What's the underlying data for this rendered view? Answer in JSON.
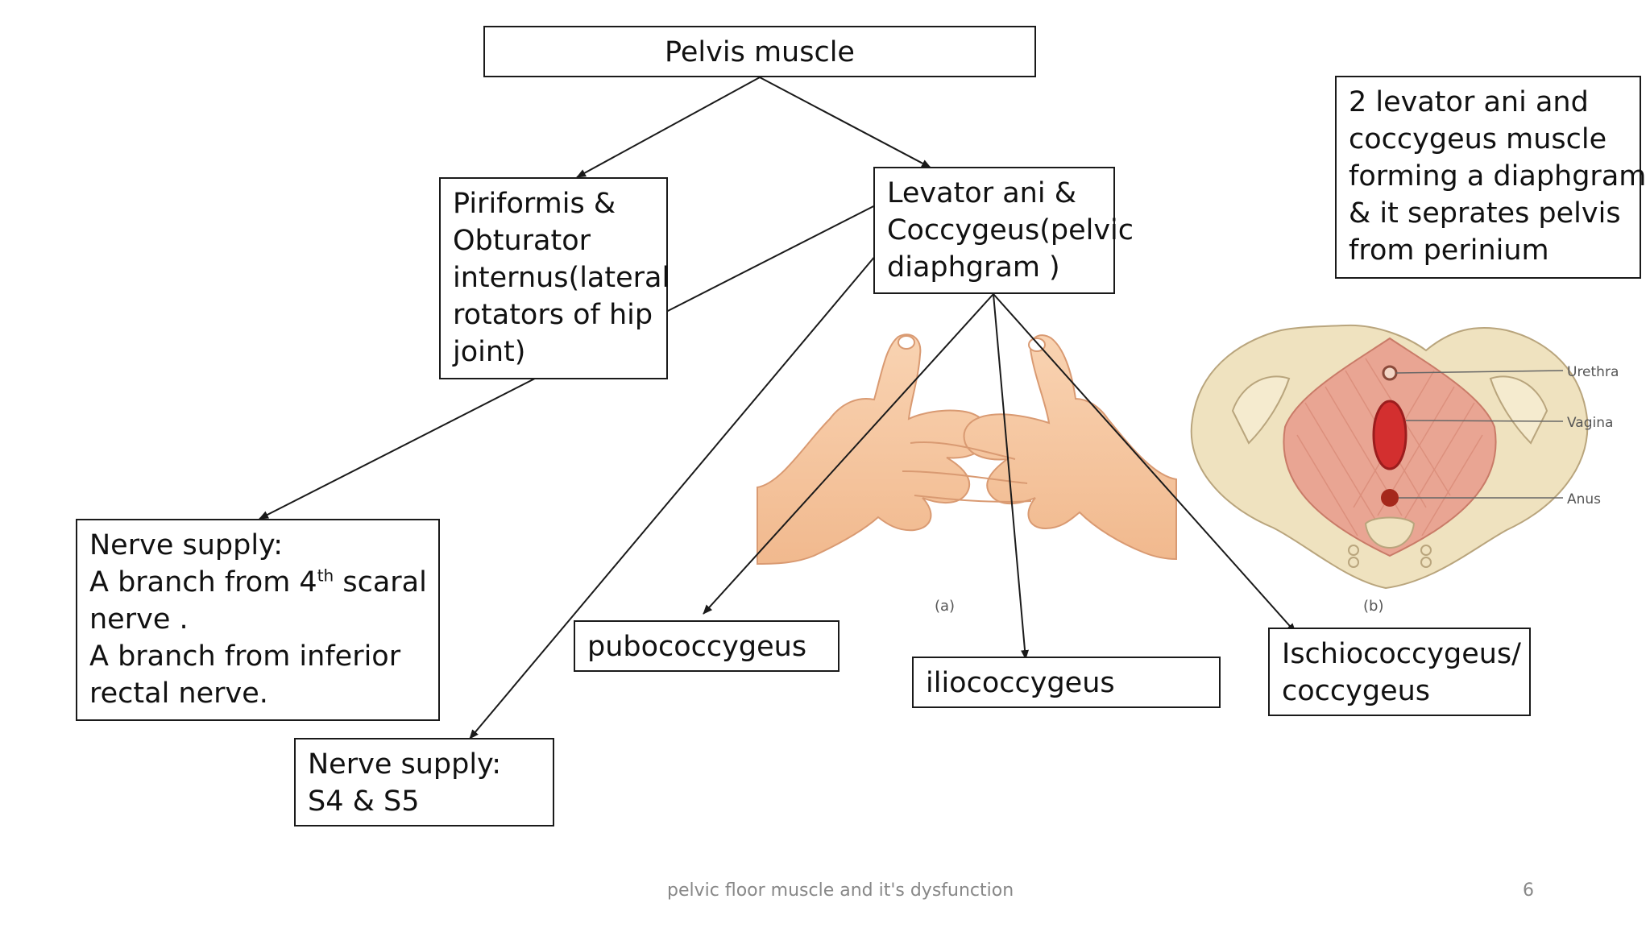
{
  "title": "Pelvis muscle",
  "piriformis_box": {
    "lines": [
      "Piriformis &",
      "Obturator",
      "internus(lateral",
      "rotators of hip",
      "joint)"
    ]
  },
  "levator_box": {
    "lines": [
      "Levator ani &",
      "Coccygeus(pelvic",
      "diaphgram )"
    ]
  },
  "note_box": {
    "lines": [
      "2 levator ani and",
      "coccygeus muscle",
      "forming a diaphgram",
      "& it seprates pelvis",
      "from perinium"
    ]
  },
  "nerve_box_1": {
    "heading": "Nerve supply:",
    "line2_pre": "A branch from 4",
    "line2_sup": "th",
    "line2_post": " scaral",
    "line3": "nerve .",
    "line4": "A branch from inferior",
    "line5": "rectal nerve."
  },
  "nerve_box_2": {
    "lines": [
      "Nerve supply:",
      "S4 & S5"
    ]
  },
  "pubococcygeus_label": "pubococcygeus",
  "iliococcygeus_label": "iliococcygeus",
  "ischio_box": {
    "lines": [
      "Ischiococcygeus/",
      "coccygeus"
    ]
  },
  "figure_a": {
    "caption": "(a)"
  },
  "figure_b": {
    "caption": "(b)",
    "labels": [
      "Urethra",
      "Vagina",
      "Anus"
    ]
  },
  "footer": {
    "text": "pelvic floor muscle and it's dysfunction",
    "page_number": "6"
  },
  "colors": {
    "skin": "#f6c9a3",
    "skin_outline": "#d99a72",
    "muscle": "#e9a593",
    "bone": "#efe2bf",
    "orifice": "#d32f2f",
    "line": "#1a1a1a"
  }
}
